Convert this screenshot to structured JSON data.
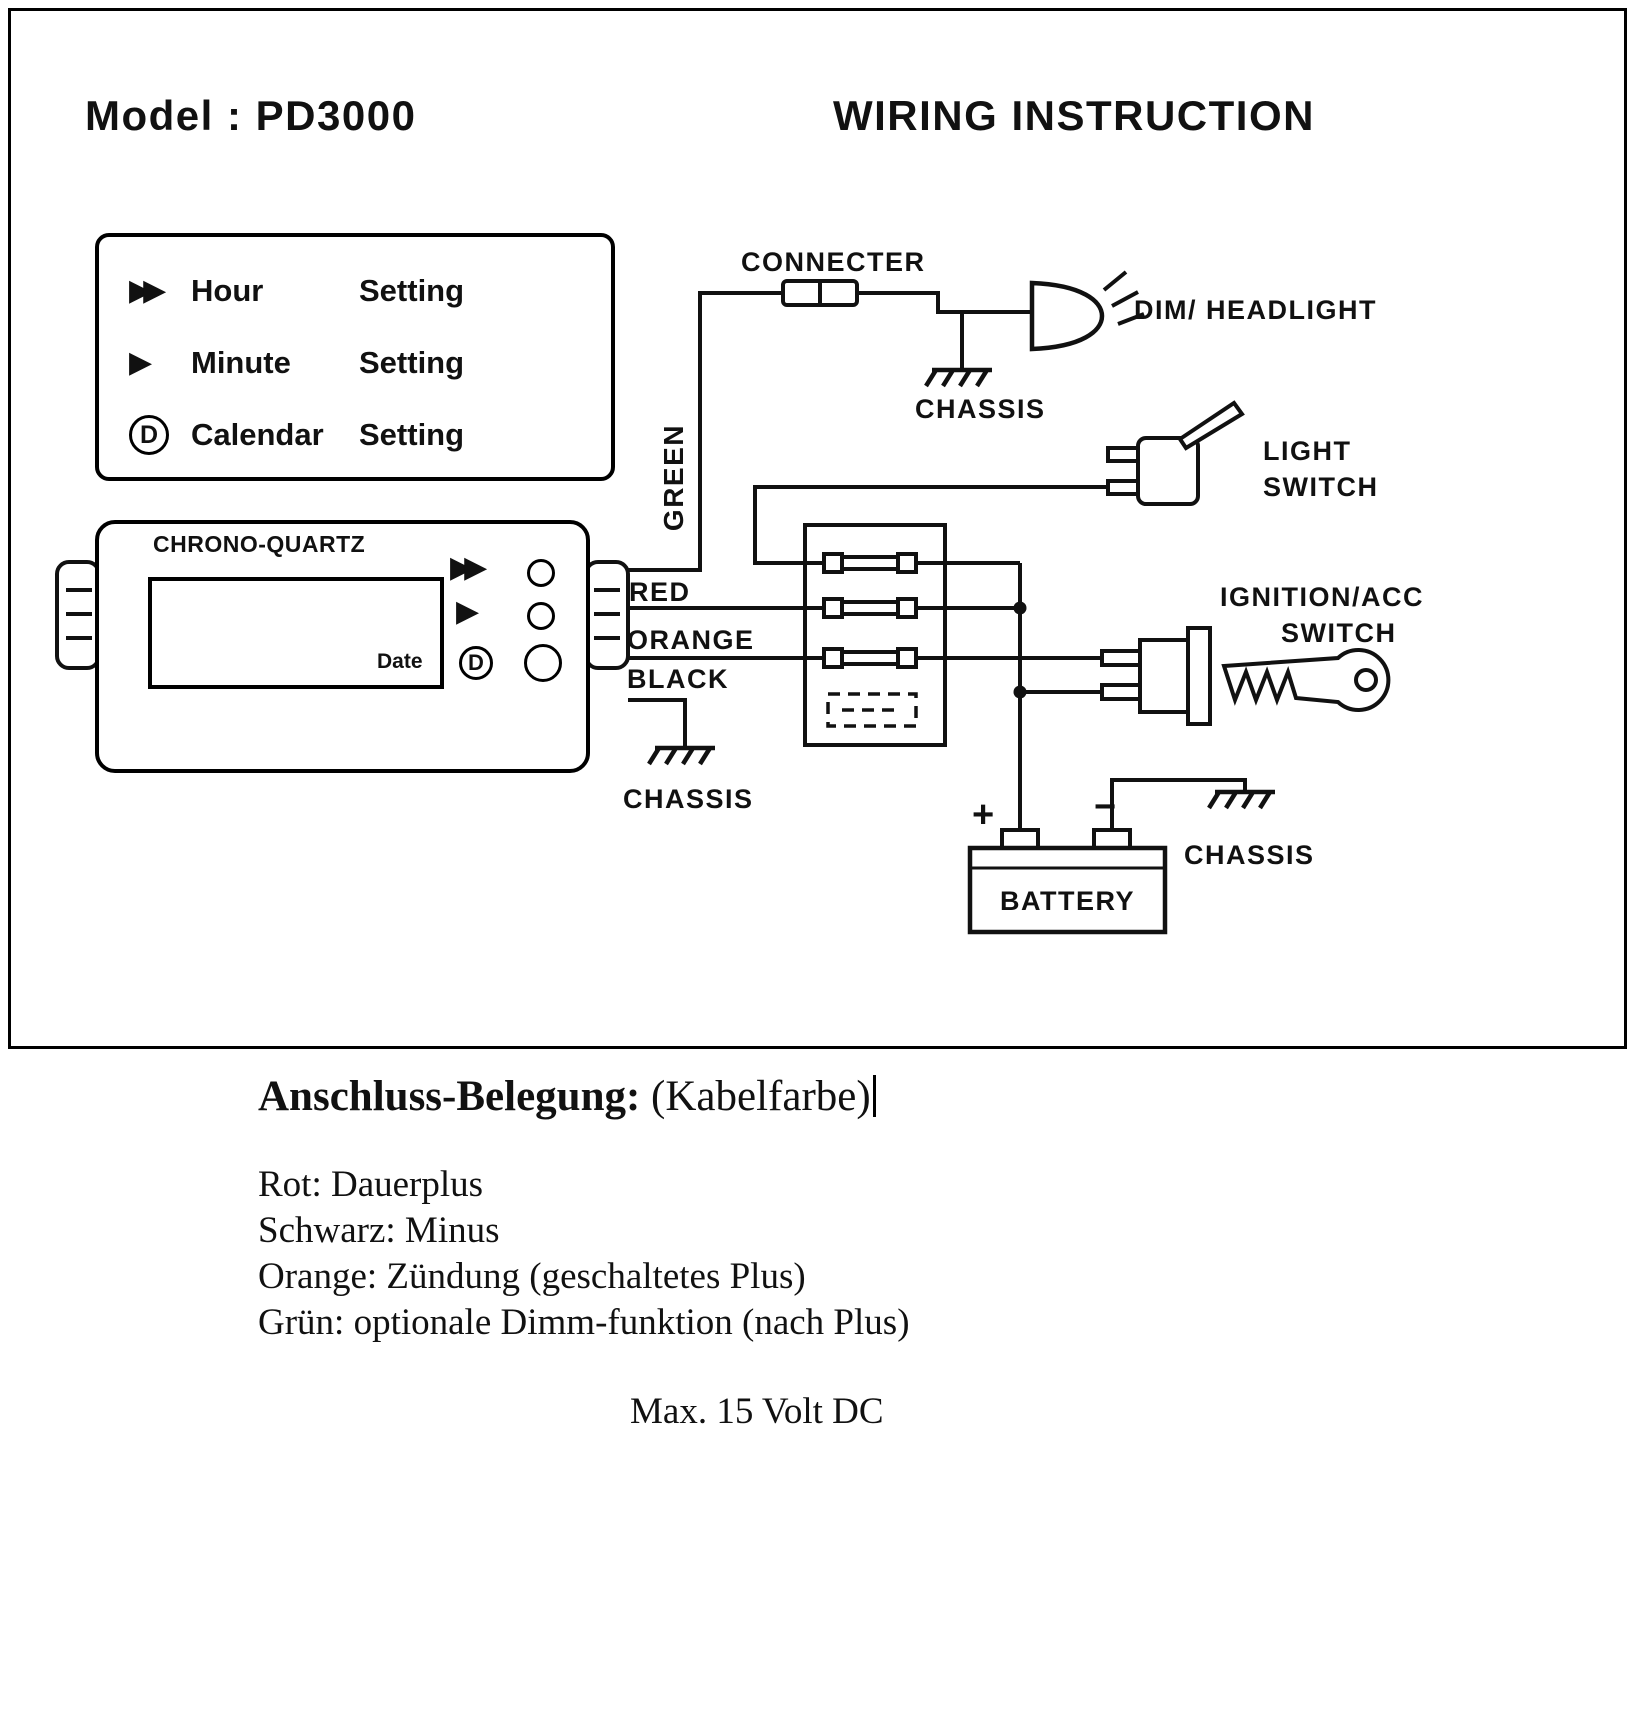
{
  "header": {
    "model": "Model : PD3000",
    "title": "WIRING INSTRUCTION"
  },
  "legend": {
    "items": [
      {
        "icon": "▶▶",
        "name": "Hour",
        "suffix": "Setting"
      },
      {
        "icon": "▶",
        "name": "Minute",
        "suffix": "Setting"
      },
      {
        "icon": "D",
        "name": "Calendar",
        "suffix": "Setting"
      }
    ]
  },
  "device": {
    "brand": "CHRONO-QUARTZ",
    "date_label": "Date",
    "d_button": "D",
    "hour_icon": "▶▶",
    "minute_icon": "▶"
  },
  "wires": {
    "green": "GREEN",
    "red": "RED",
    "orange": "ORANGE",
    "black": "BLACK"
  },
  "components": {
    "connecter": "CONNECTER",
    "dim_headlight": "DIM/ HEADLIGHT",
    "chassis_headlight": "CHASSIS",
    "light_switch": [
      "LIGHT",
      "SWITCH"
    ],
    "ignition_switch": [
      "IGNITION/ACC",
      "SWITCH"
    ],
    "battery": "BATTERY",
    "battery_plus": "+",
    "battery_minus": "−",
    "chassis_battery": "CHASSIS",
    "chassis_clock": "CHASSIS"
  },
  "notes": {
    "heading": "Anschluss-Belegung:",
    "heading_suffix": " (Kabelfarbe)",
    "lines": [
      "Rot: Dauerplus",
      "Schwarz: Minus",
      "Orange: Zündung (geschaltetes Plus)",
      "Grün: optionale Dimm-funktion (nach Plus)"
    ],
    "voltage": "Max. 15 Volt DC"
  },
  "colors": {
    "ink": "#111111",
    "paper": "#ffffff"
  }
}
